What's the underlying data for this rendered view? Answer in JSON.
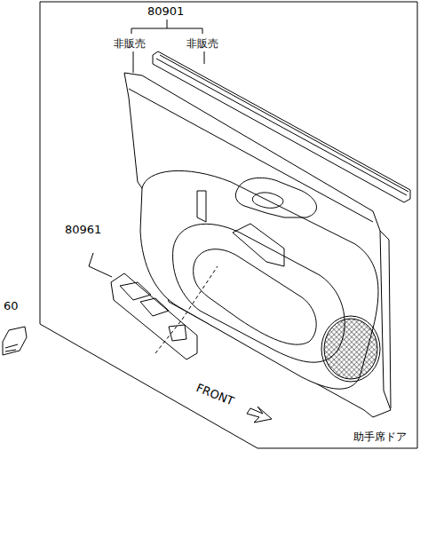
{
  "diagram": {
    "labels": [
      "80901",
      "非販売",
      "非販売",
      "80961",
      "60",
      "FRONT",
      "助手席ドア"
    ]
  }
}
